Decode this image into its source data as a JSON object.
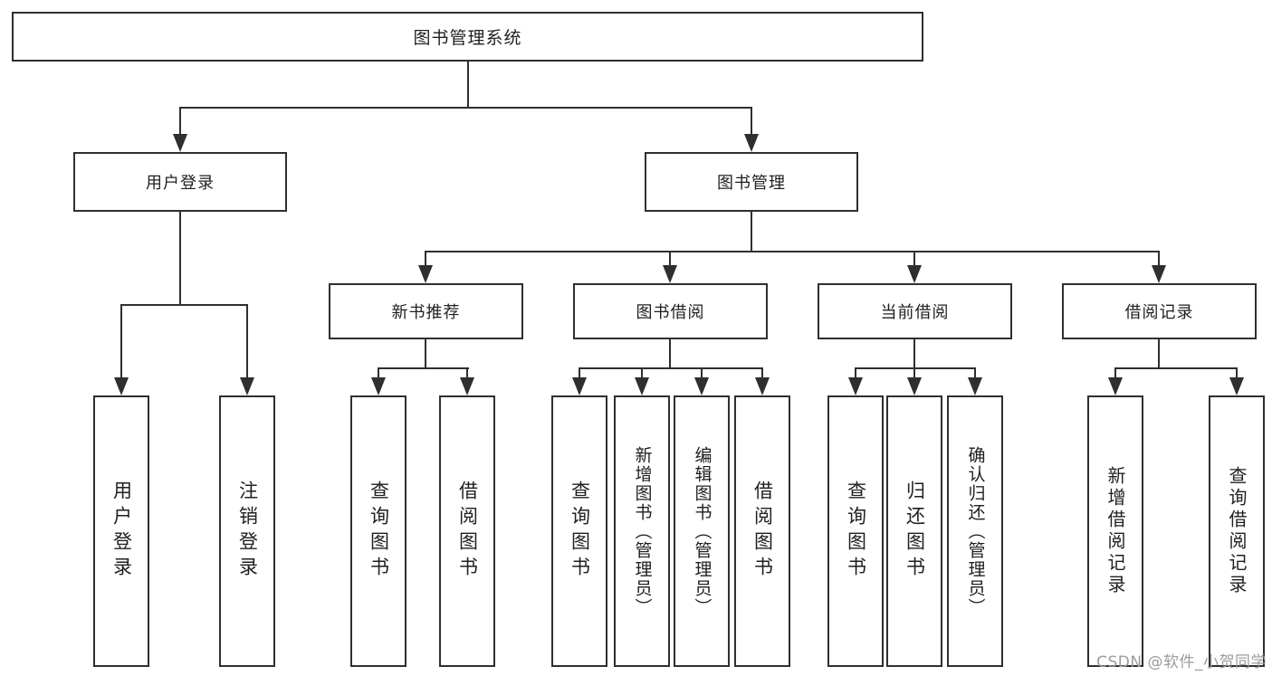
{
  "diagram_type": "hierarchy-tree",
  "nodes": {
    "system": "图书管理系统",
    "user_login": "用户登录",
    "book_mgmt": "图书管理",
    "new_book_rec": "新书推荐",
    "book_borrow": "图书借阅",
    "current_borrow": "当前借阅",
    "borrow_record": "借阅记录",
    "ul_login": "用户登录",
    "ul_logout": "注销登录",
    "nbr_query": "查询图书",
    "nbr_borrow": "借阅图书",
    "bb_query": "查询图书",
    "bb_add": "新增图书（管理员）",
    "bb_edit": "编辑图书（管理员）",
    "bb_borrow": "借阅图书",
    "cb_query": "查询图书",
    "cb_return": "归还图书",
    "cb_confirm": "确认归还（管理员）",
    "br_add": "新增借阅记录",
    "br_query": "查询借阅记录"
  },
  "hierarchy": {
    "图书管理系统": {
      "用户登录": [
        "用户登录",
        "注销登录"
      ],
      "图书管理": {
        "新书推荐": [
          "查询图书",
          "借阅图书"
        ],
        "图书借阅": [
          "查询图书",
          "新增图书（管理员）",
          "编辑图书（管理员）",
          "借阅图书"
        ],
        "当前借阅": [
          "查询图书",
          "归还图书",
          "确认归还（管理员）"
        ],
        "借阅记录": [
          "新增借阅记录",
          "查询借阅记录"
        ]
      }
    }
  },
  "watermark": {
    "text": "CSDN @软件_小贺同学"
  },
  "colors": {
    "line": "#2f2f2f",
    "box_border": "#2f2f2f",
    "text": "#1f1f1f",
    "background": "#ffffff",
    "watermark": "#9c9c9c"
  }
}
